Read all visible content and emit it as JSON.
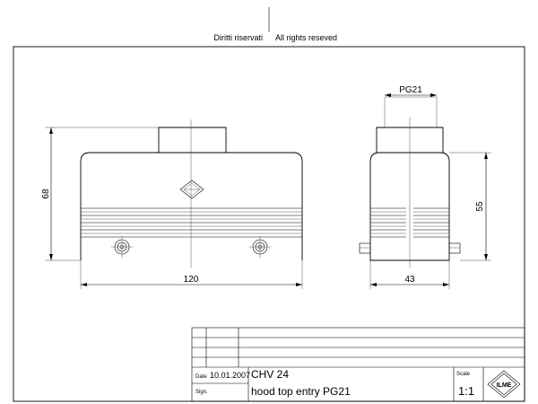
{
  "header": {
    "rights_it": "Diritti riservati",
    "rights_en": "All rights reseved"
  },
  "front_view": {
    "dim_height": "68",
    "dim_width": "120"
  },
  "side_view": {
    "dim_thread": "PG21",
    "dim_height": "55",
    "dim_width": "43"
  },
  "title_block": {
    "date_label": "Date",
    "date_value": "10.01.2007",
    "sign_label": "Sign.",
    "code": "CHV 24",
    "description": "hood top entry PG21",
    "scale_label": "Scale",
    "scale_value": "1:1",
    "logo_text": "ILME"
  }
}
